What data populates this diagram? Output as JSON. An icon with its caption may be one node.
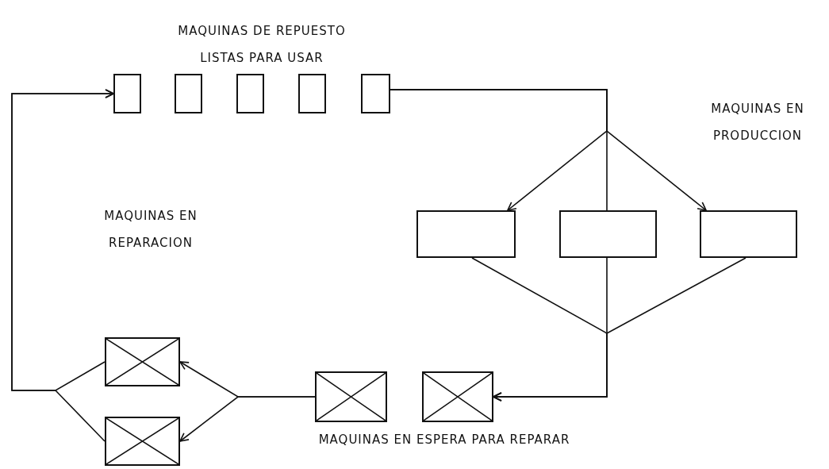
{
  "diagram": {
    "nodes": [
      {
        "text": [],
        "shape": "box"
      },
      {
        "text": [],
        "shape": "box"
      },
      {
        "text": [],
        "shape": "box"
      },
      {
        "text": [],
        "shape": "box"
      },
      {
        "text": [],
        "shape": "box"
      },
      {
        "text": [],
        "shape": "box"
      },
      {
        "text": [],
        "shape": "box"
      },
      {
        "text": [],
        "shape": "box"
      },
      {
        "text": [],
        "shape": "box"
      },
      {
        "text": [],
        "shape": "box"
      },
      {
        "text": [],
        "shape": "box"
      },
      {
        "text": [],
        "shape": "box"
      }
    ],
    "edges": [
      {
        "from": 4,
        "to": 5,
        "arrow": "to"
      },
      {
        "from": 4,
        "to": 6,
        "arrow": "none"
      },
      {
        "from": 4,
        "to": 7,
        "arrow": "to"
      },
      {
        "from": 5,
        "to": 9,
        "arrow": "to"
      },
      {
        "from": 6,
        "to": 9,
        "arrow": "to"
      },
      {
        "from": 7,
        "to": 9,
        "arrow": "to"
      },
      {
        "from": 8,
        "to": 10,
        "arrow": "to"
      },
      {
        "from": 8,
        "to": 11,
        "arrow": "to"
      },
      {
        "from": 10,
        "to": 0,
        "arrow": "to"
      },
      {
        "from": 11,
        "to": 0,
        "arrow": "to"
      }
    ],
    "labels": [
      "MAQUINAS DE REPUESTO LISTAS PARA USAR",
      "MAQUINAS EN PRODUCCION",
      "MAQUINAS EN REPARACION",
      "MAQUINAS EN ESPERA PARA REPARAR"
    ]
  }
}
